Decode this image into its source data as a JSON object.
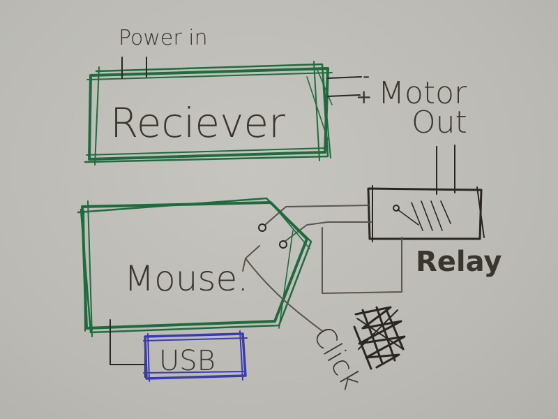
{
  "labels": {
    "power_in": "Power in",
    "receiver": "Reciever",
    "minus": "-",
    "plus": "+",
    "motor": "Motor",
    "out": "Out",
    "relay": "Relay",
    "mouse": "Mouse.",
    "usb": "USB",
    "click": "Click"
  },
  "colors": {
    "box_green": "#1f6b3e",
    "ink_black": "#2a2622",
    "pencil_grey": "#5a544c",
    "usb_blue": "#3a3bb0",
    "paper": "#bdbcb6"
  }
}
